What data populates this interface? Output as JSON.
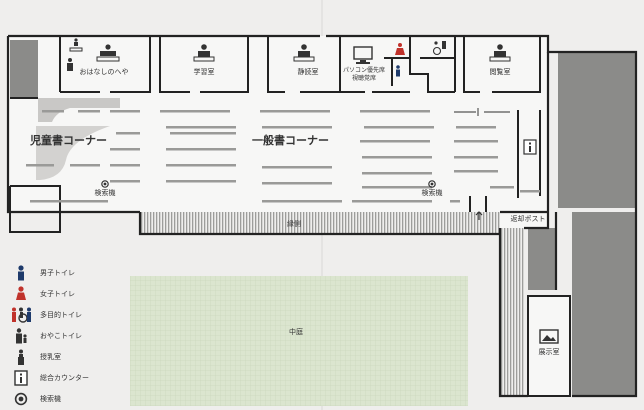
{
  "rooms": {
    "ohanashi": "おはなしのへや",
    "gakushu": "学習室",
    "seidoku": "静読室",
    "pc": "パソコン優先席",
    "pc2": "視聴覚席",
    "etsuran": "閲覧室",
    "tenji": "展示室"
  },
  "corners": {
    "jido": "児童書コーナー",
    "ippan": "一般書コーナー"
  },
  "features": {
    "kensaku1": "検索機",
    "kensaku2": "検索機",
    "engawa": "縁側",
    "henkyaku": "返却ポスト",
    "nakaniwa": "中庭"
  },
  "legend": [
    {
      "icon": "male-toilet-icon",
      "label": "男子トイレ"
    },
    {
      "icon": "female-toilet-icon",
      "label": "女子トイレ"
    },
    {
      "icon": "accessible-toilet-icon",
      "label": "多目的トイレ"
    },
    {
      "icon": "family-toilet-icon",
      "label": "おやこトイレ"
    },
    {
      "icon": "nursing-room-icon",
      "label": "授乳室"
    },
    {
      "icon": "info-counter-icon",
      "label": "総合カウンター"
    },
    {
      "icon": "search-terminal-icon",
      "label": "検索機"
    }
  ],
  "colors": {
    "wall": "#222222",
    "floor": "#f7f7f6",
    "shelf": "#9a9a98",
    "dark_block": "#8b8b89",
    "courtyard": "#dbe5cf",
    "female": "#c0322b"
  }
}
